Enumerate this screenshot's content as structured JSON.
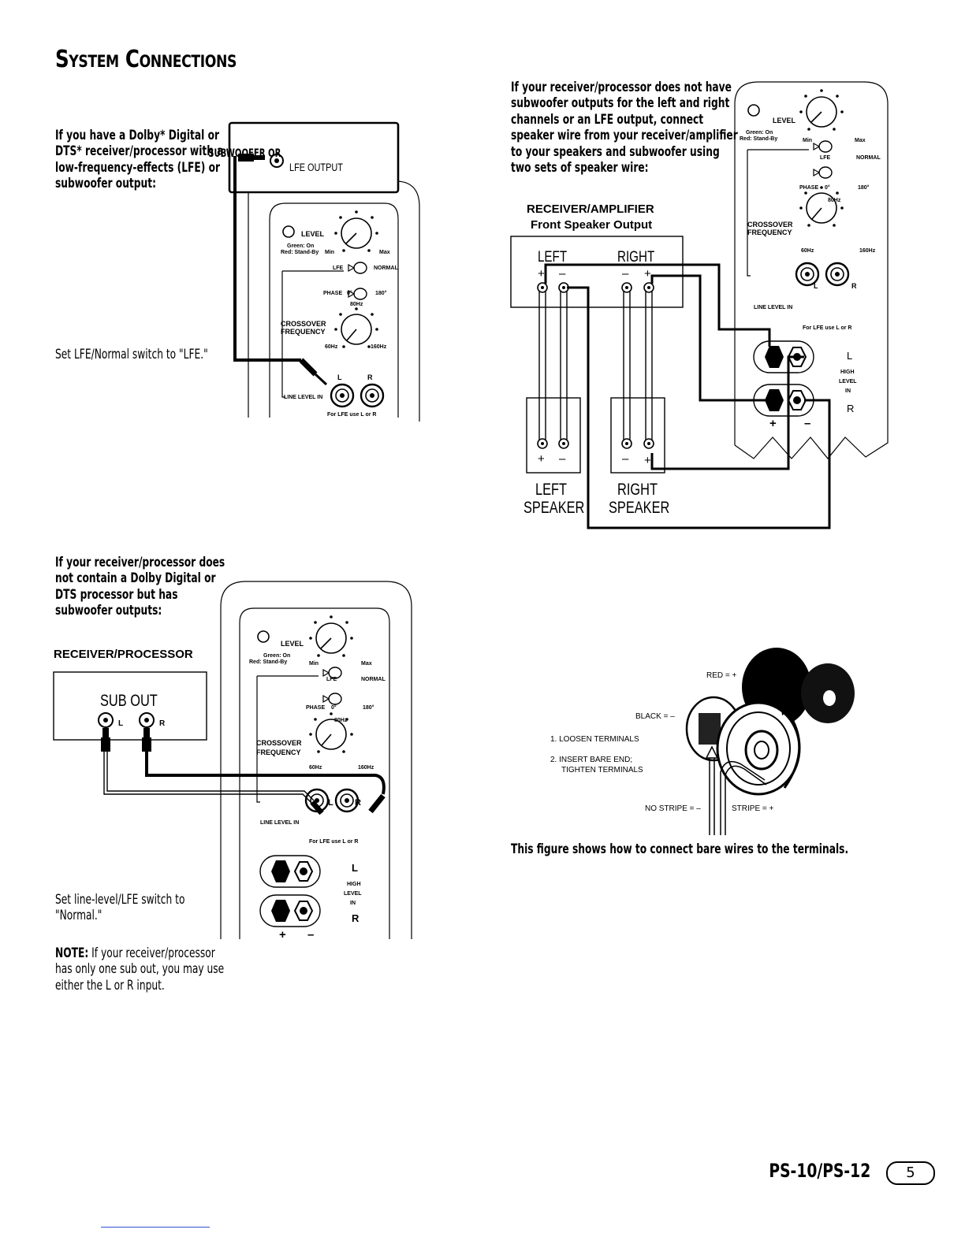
{
  "page": {
    "title": "System Connections",
    "footer_model": "PS-10/PS-12",
    "page_number": "5"
  },
  "section1": {
    "intro": [
      "If you have a Dolby* Digital or",
      "DTS* receiver/processor with a",
      "low-frequency-effects (LFE) or",
      "subwoofer output:"
    ],
    "output_label_1": "SUBWOOFER OR",
    "output_label_2": "LFE OUTPUT",
    "switch_note": "Set LFE/Normal switch to \"LFE.\""
  },
  "section2": {
    "intro": [
      "If your receiver/processor does not have",
      "subwoofer outputs for the left and right",
      "channels or an LFE output, connect",
      "speaker wire from your receiver/amplifier",
      "to your speakers and subwoofer using",
      "two sets of speaker wire:"
    ],
    "amp_title": "RECEIVER/AMPLIFIER",
    "amp_subtitle": "Front Speaker Output",
    "amp_left": "LEFT",
    "amp_right": "RIGHT",
    "left_speaker": [
      "LEFT",
      "SPEAKER"
    ],
    "right_speaker": [
      "RIGHT",
      "SPEAKER"
    ]
  },
  "section3": {
    "intro": [
      "If your receiver/processor does",
      "not contain a Dolby Digital or",
      "DTS processor but has",
      "subwoofer outputs:"
    ],
    "proc_title": "RECEIVER/PROCESSOR",
    "sub_out": "SUB OUT",
    "switch_note": [
      "Set line-level/LFE switch to",
      "\"Normal.\""
    ],
    "note_label": "NOTE:",
    "note": [
      " If your receiver/processor",
      "has only one sub out, you may use",
      "either the L or R input."
    ]
  },
  "section4": {
    "red": "RED = +",
    "black": "BLACK = –",
    "step1": "1. LOOSEN TERMINALS",
    "step2a": "2. INSERT BARE END;",
    "step2b": "TIGHTEN TERMINALS",
    "no_stripe": "NO STRIPE = –",
    "stripe": "STRIPE = +",
    "caption": "This figure shows how to connect bare wires to the terminals."
  },
  "panel": {
    "level": "LEVEL",
    "green_on": "Green: On",
    "red_standby": "Red: Stand-By",
    "min": "Min",
    "max": "Max",
    "lfe": "LFE",
    "normal": "NORMAL",
    "phase": "PHASE",
    "phase_0": "0°",
    "phase_180": "180°",
    "freq_80": "80Hz",
    "crossover1": "CROSSOVER",
    "crossover2": "FREQUENCY",
    "freq_60": "60Hz",
    "freq_160": "160Hz",
    "line_level_in": "LINE LEVEL IN",
    "l": "L",
    "r": "R",
    "for_lfe": "For LFE use L or R",
    "high_level_in": [
      "HIGH",
      "LEVEL",
      "IN"
    ],
    "plus": "+",
    "minus": "–"
  }
}
